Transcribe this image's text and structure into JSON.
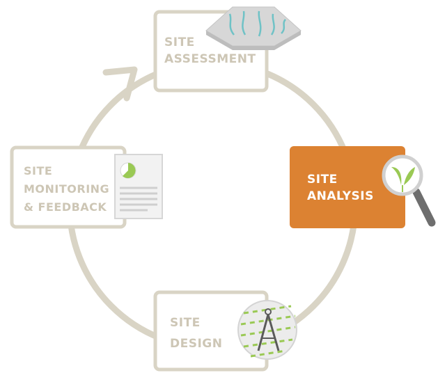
{
  "colors": {
    "ring": "#d9d4c5",
    "box_border": "#d9d4c5",
    "box_fill": "#ffffff",
    "label_inactive": "#cdc6b5",
    "active_fill": "#dc8232",
    "active_label": "#ffffff",
    "accent_green": "#9ac954",
    "accent_teal": "#6fc2c6",
    "lens_dark": "#6e6e6e"
  },
  "stages": {
    "assessment": {
      "line1": "SITE",
      "line2": "ASSESSMENT",
      "icon": "terrain-flow-icon",
      "active": false
    },
    "analysis": {
      "line1": "SITE",
      "line2": "ANALYSIS",
      "icon": "magnifier-leaf-icon",
      "active": true
    },
    "design": {
      "line1": "SITE",
      "line2": "DESIGN",
      "icon": "compass-plan-icon",
      "active": false
    },
    "monitoring": {
      "line1": "SITE",
      "line2": "MONITORING",
      "line3": "& FEEDBACK",
      "icon": "report-chart-icon",
      "active": false
    }
  },
  "cycle": {
    "direction": "clockwise",
    "arrow_icon": "cycle-arrow-icon"
  }
}
